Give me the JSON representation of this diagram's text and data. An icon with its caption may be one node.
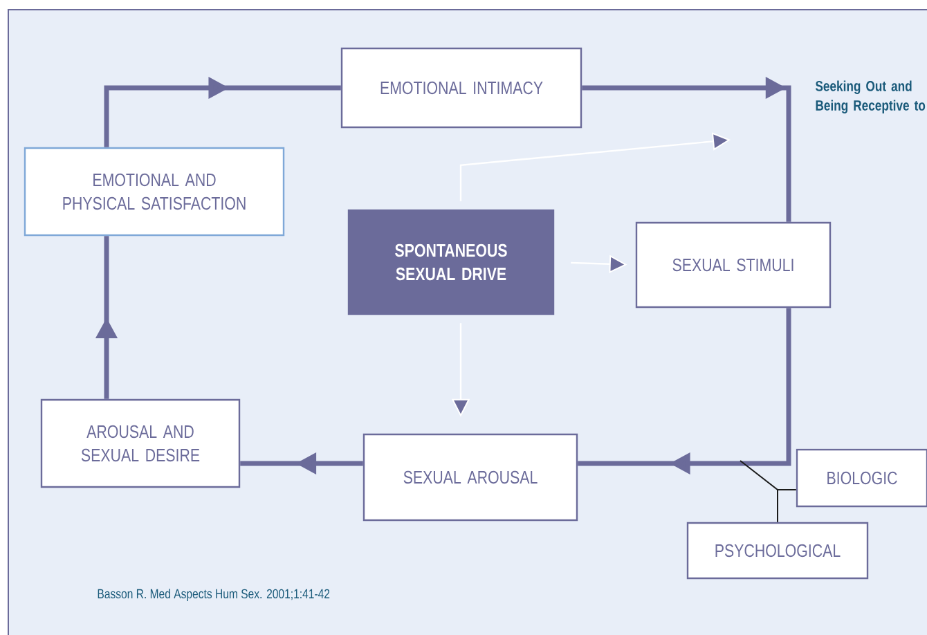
{
  "diagram": {
    "nodes": [
      {
        "text": [
          "EMOTIONAL INTIMACY"
        ]
      },
      {
        "text": [
          "EMOTIONAL AND PHYSICAL SATISFACTION"
        ]
      },
      {
        "text": [
          "SPONTANEOUS SEXUAL DRIVE"
        ]
      },
      {
        "text": [
          "SEXUAL STIMULI"
        ]
      },
      {
        "text": [
          "AROUSAL AND SEXUAL DESIRE"
        ]
      },
      {
        "text": [
          "SEXUAL AROUSAL"
        ]
      },
      {
        "text": [
          "BIOLOGIC"
        ]
      },
      {
        "text": [
          "PSYCHOLOGICAL"
        ]
      }
    ],
    "edges": [
      {
        "from": 1,
        "to": 0,
        "arrow": "to",
        "style": "thick"
      },
      {
        "from": 0,
        "to": 3,
        "arrow": "to",
        "style": "thick"
      },
      {
        "from": 3,
        "to": 5,
        "arrow": "to",
        "style": "thick"
      },
      {
        "from": 5,
        "to": 4,
        "arrow": "to",
        "style": "thick"
      },
      {
        "from": 4,
        "to": 1,
        "arrow": "to",
        "style": "thick"
      },
      {
        "from": 2,
        "to": 3,
        "arrow": "to",
        "color": "#ffffff"
      },
      {
        "from": 2,
        "to": 5,
        "arrow": "to",
        "color": "#ffffff"
      },
      {
        "from": 2,
        "to": null,
        "arrow": "to",
        "color": "#ffffff"
      },
      {
        "from": 6,
        "to": null,
        "arrow": "none",
        "color": "#1a1a1a"
      },
      {
        "from": 7,
        "to": null,
        "arrow": "none",
        "color": "#1a1a1a"
      }
    ],
    "labels": [
      "Seeking Out and Being Receptive to",
      "Basson R. Med Aspects Hum Sex. 2001;1:41-42"
    ]
  }
}
